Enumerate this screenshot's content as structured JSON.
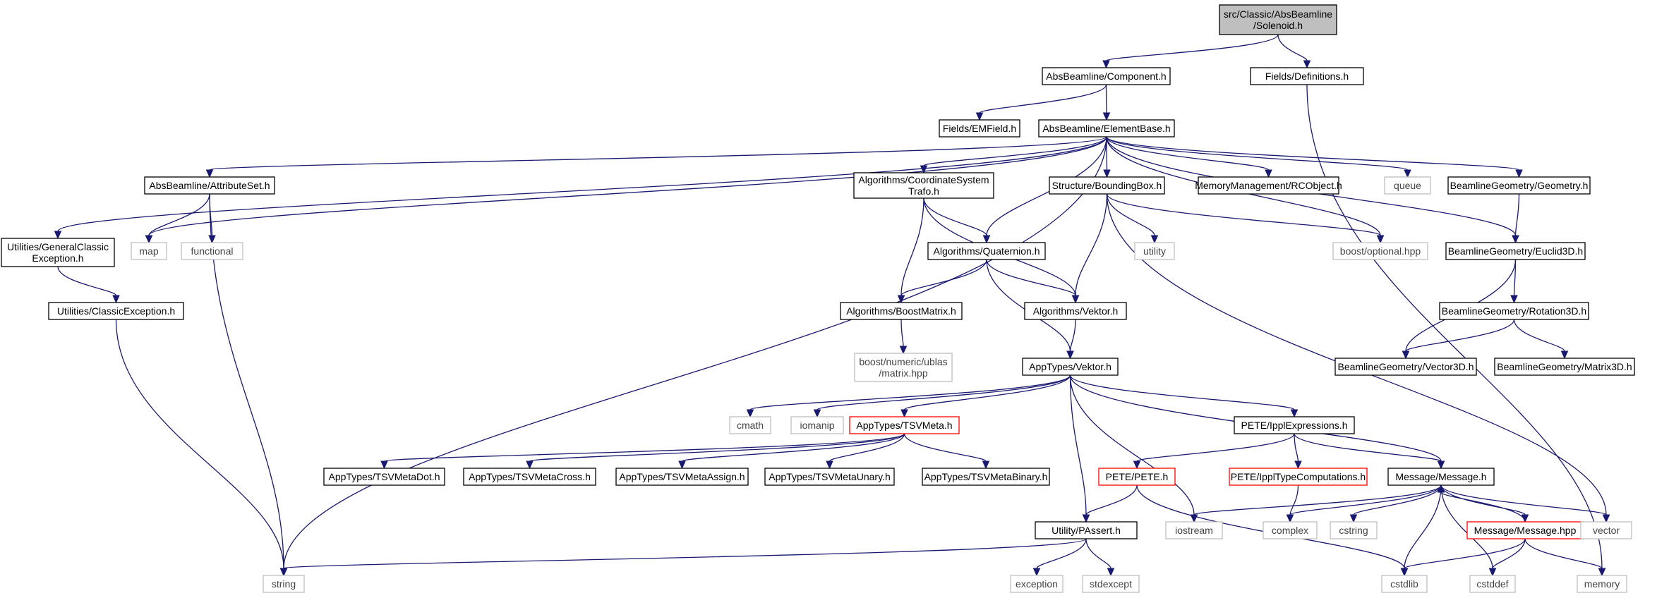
{
  "diagram": {
    "colors": {
      "edge": "#191970",
      "root_fill": "#bfbfbf",
      "node_border": "#000000",
      "external_border": "#bfbfbf",
      "truncated_border": "#ff0000"
    },
    "nodes": [
      {
        "id": "solenoid",
        "lines": [
          "src/Classic/AbsBeamline",
          "/Solenoid.h"
        ],
        "kind": "root"
      },
      {
        "id": "component",
        "lines": [
          "AbsBeamline/Component.h"
        ],
        "kind": "normal"
      },
      {
        "id": "definitions",
        "lines": [
          "Fields/Definitions.h"
        ],
        "kind": "normal"
      },
      {
        "id": "emfield",
        "lines": [
          "Fields/EMField.h"
        ],
        "kind": "normal"
      },
      {
        "id": "elementbase",
        "lines": [
          "AbsBeamline/ElementBase.h"
        ],
        "kind": "normal"
      },
      {
        "id": "attributeset",
        "lines": [
          "AbsBeamline/AttributeSet.h"
        ],
        "kind": "normal"
      },
      {
        "id": "coordsys",
        "lines": [
          "Algorithms/CoordinateSystem",
          "Trafo.h"
        ],
        "kind": "normal"
      },
      {
        "id": "boundingbox",
        "lines": [
          "Structure/BoundingBox.h"
        ],
        "kind": "normal"
      },
      {
        "id": "rcobject",
        "lines": [
          "MemoryManagement/RCObject.h"
        ],
        "kind": "normal"
      },
      {
        "id": "queue",
        "lines": [
          "queue"
        ],
        "kind": "external"
      },
      {
        "id": "geometry",
        "lines": [
          "BeamlineGeometry/Geometry.h"
        ],
        "kind": "normal"
      },
      {
        "id": "genclassicexc",
        "lines": [
          "Utilities/GeneralClassic",
          "Exception.h"
        ],
        "kind": "normal"
      },
      {
        "id": "map",
        "lines": [
          "map"
        ],
        "kind": "external"
      },
      {
        "id": "functional",
        "lines": [
          "functional"
        ],
        "kind": "external"
      },
      {
        "id": "quaternion",
        "lines": [
          "Algorithms/Quaternion.h"
        ],
        "kind": "normal"
      },
      {
        "id": "utility",
        "lines": [
          "utility"
        ],
        "kind": "external"
      },
      {
        "id": "optional",
        "lines": [
          "boost/optional.hpp"
        ],
        "kind": "external"
      },
      {
        "id": "euclid3d",
        "lines": [
          "BeamlineGeometry/Euclid3D.h"
        ],
        "kind": "normal"
      },
      {
        "id": "classicexc",
        "lines": [
          "Utilities/ClassicException.h"
        ],
        "kind": "normal"
      },
      {
        "id": "boostmatrix",
        "lines": [
          "Algorithms/BoostMatrix.h"
        ],
        "kind": "normal"
      },
      {
        "id": "algvektor",
        "lines": [
          "Algorithms/Vektor.h"
        ],
        "kind": "normal"
      },
      {
        "id": "rotation3d",
        "lines": [
          "BeamlineGeometry/Rotation3D.h"
        ],
        "kind": "normal"
      },
      {
        "id": "ublas",
        "lines": [
          "boost/numeric/ublas",
          "/matrix.hpp"
        ],
        "kind": "external"
      },
      {
        "id": "vector3d",
        "lines": [
          "BeamlineGeometry/Vector3D.h"
        ],
        "kind": "normal"
      },
      {
        "id": "matrix3d",
        "lines": [
          "BeamlineGeometry/Matrix3D.h"
        ],
        "kind": "normal"
      },
      {
        "id": "appvektor",
        "lines": [
          "AppTypes/Vektor.h"
        ],
        "kind": "normal"
      },
      {
        "id": "cmath",
        "lines": [
          "cmath"
        ],
        "kind": "external"
      },
      {
        "id": "iomanip",
        "lines": [
          "iomanip"
        ],
        "kind": "external"
      },
      {
        "id": "tsvmeta",
        "lines": [
          "AppTypes/TSVMeta.h"
        ],
        "kind": "truncated"
      },
      {
        "id": "ipplexpr",
        "lines": [
          "PETE/IpplExpressions.h"
        ],
        "kind": "normal"
      },
      {
        "id": "tsvdot",
        "lines": [
          "AppTypes/TSVMetaDot.h"
        ],
        "kind": "normal"
      },
      {
        "id": "tsvcross",
        "lines": [
          "AppTypes/TSVMetaCross.h"
        ],
        "kind": "normal"
      },
      {
        "id": "tsvassign",
        "lines": [
          "AppTypes/TSVMetaAssign.h"
        ],
        "kind": "normal"
      },
      {
        "id": "tsvunary",
        "lines": [
          "AppTypes/TSVMetaUnary.h"
        ],
        "kind": "normal"
      },
      {
        "id": "tsvbinary",
        "lines": [
          "AppTypes/TSVMetaBinary.h"
        ],
        "kind": "normal"
      },
      {
        "id": "pete",
        "lines": [
          "PETE/PETE.h"
        ],
        "kind": "truncated"
      },
      {
        "id": "ippltypecomp",
        "lines": [
          "PETE/IpplTypeComputations.h"
        ],
        "kind": "truncated"
      },
      {
        "id": "message",
        "lines": [
          "Message/Message.h"
        ],
        "kind": "normal"
      },
      {
        "id": "passert",
        "lines": [
          "Utility/PAssert.h"
        ],
        "kind": "normal"
      },
      {
        "id": "iostream",
        "lines": [
          "iostream"
        ],
        "kind": "external"
      },
      {
        "id": "complex",
        "lines": [
          "complex"
        ],
        "kind": "external"
      },
      {
        "id": "cstring",
        "lines": [
          "cstring"
        ],
        "kind": "external"
      },
      {
        "id": "messagehpp",
        "lines": [
          "Message/Message.hpp"
        ],
        "kind": "truncated"
      },
      {
        "id": "vector",
        "lines": [
          "vector"
        ],
        "kind": "external"
      },
      {
        "id": "string",
        "lines": [
          "string"
        ],
        "kind": "external"
      },
      {
        "id": "exception",
        "lines": [
          "exception"
        ],
        "kind": "external"
      },
      {
        "id": "stdexcept",
        "lines": [
          "stdexcept"
        ],
        "kind": "external"
      },
      {
        "id": "cstdlib",
        "lines": [
          "cstdlib"
        ],
        "kind": "external"
      },
      {
        "id": "cstddef",
        "lines": [
          "cstddef"
        ],
        "kind": "external"
      },
      {
        "id": "memory",
        "lines": [
          "memory"
        ],
        "kind": "external"
      }
    ],
    "edges": [
      [
        "solenoid",
        "component"
      ],
      [
        "solenoid",
        "definitions"
      ],
      [
        "component",
        "emfield"
      ],
      [
        "component",
        "elementbase"
      ],
      [
        "definitions",
        "memory"
      ],
      [
        "elementbase",
        "attributeset"
      ],
      [
        "elementbase",
        "coordsys"
      ],
      [
        "elementbase",
        "boundingbox"
      ],
      [
        "elementbase",
        "rcobject"
      ],
      [
        "elementbase",
        "queue"
      ],
      [
        "elementbase",
        "geometry"
      ],
      [
        "elementbase",
        "genclassicexc"
      ],
      [
        "elementbase",
        "map"
      ],
      [
        "elementbase",
        "quaternion"
      ],
      [
        "elementbase",
        "optional"
      ],
      [
        "elementbase",
        "euclid3d"
      ],
      [
        "elementbase",
        "string"
      ],
      [
        "attributeset",
        "map"
      ],
      [
        "attributeset",
        "functional"
      ],
      [
        "attributeset",
        "string"
      ],
      [
        "coordsys",
        "quaternion"
      ],
      [
        "coordsys",
        "boostmatrix"
      ],
      [
        "coordsys",
        "algvektor"
      ],
      [
        "boundingbox",
        "utility"
      ],
      [
        "boundingbox",
        "optional"
      ],
      [
        "boundingbox",
        "algvektor"
      ],
      [
        "boundingbox",
        "vector"
      ],
      [
        "geometry",
        "euclid3d"
      ],
      [
        "genclassicexc",
        "classicexc"
      ],
      [
        "classicexc",
        "string"
      ],
      [
        "quaternion",
        "boostmatrix"
      ],
      [
        "quaternion",
        "algvektor"
      ],
      [
        "quaternion",
        "appvektor"
      ],
      [
        "euclid3d",
        "rotation3d"
      ],
      [
        "euclid3d",
        "vector3d"
      ],
      [
        "rotation3d",
        "vector3d"
      ],
      [
        "rotation3d",
        "matrix3d"
      ],
      [
        "boostmatrix",
        "ublas"
      ],
      [
        "algvektor",
        "appvektor"
      ],
      [
        "appvektor",
        "cmath"
      ],
      [
        "appvektor",
        "iomanip"
      ],
      [
        "appvektor",
        "tsvmeta"
      ],
      [
        "appvektor",
        "ipplexpr"
      ],
      [
        "appvektor",
        "message"
      ],
      [
        "appvektor",
        "passert"
      ],
      [
        "appvektor",
        "iostream"
      ],
      [
        "tsvmeta",
        "tsvdot"
      ],
      [
        "tsvmeta",
        "tsvcross"
      ],
      [
        "tsvmeta",
        "tsvassign"
      ],
      [
        "tsvmeta",
        "tsvunary"
      ],
      [
        "tsvmeta",
        "tsvbinary"
      ],
      [
        "ipplexpr",
        "pete"
      ],
      [
        "ipplexpr",
        "ippltypecomp"
      ],
      [
        "ipplexpr",
        "message"
      ],
      [
        "pete",
        "passert"
      ],
      [
        "pete",
        "cstdlib"
      ],
      [
        "ippltypecomp",
        "complex"
      ],
      [
        "message",
        "iostream"
      ],
      [
        "message",
        "complex"
      ],
      [
        "message",
        "cstring"
      ],
      [
        "message",
        "messagehpp"
      ],
      [
        "message",
        "vector"
      ],
      [
        "message",
        "cstdlib"
      ],
      [
        "message",
        "cstddef"
      ],
      [
        "messagehpp",
        "message"
      ],
      [
        "messagehpp",
        "cstdlib"
      ],
      [
        "messagehpp",
        "cstddef"
      ],
      [
        "messagehpp",
        "memory"
      ],
      [
        "passert",
        "string"
      ],
      [
        "passert",
        "exception"
      ],
      [
        "passert",
        "stdexcept"
      ]
    ]
  }
}
